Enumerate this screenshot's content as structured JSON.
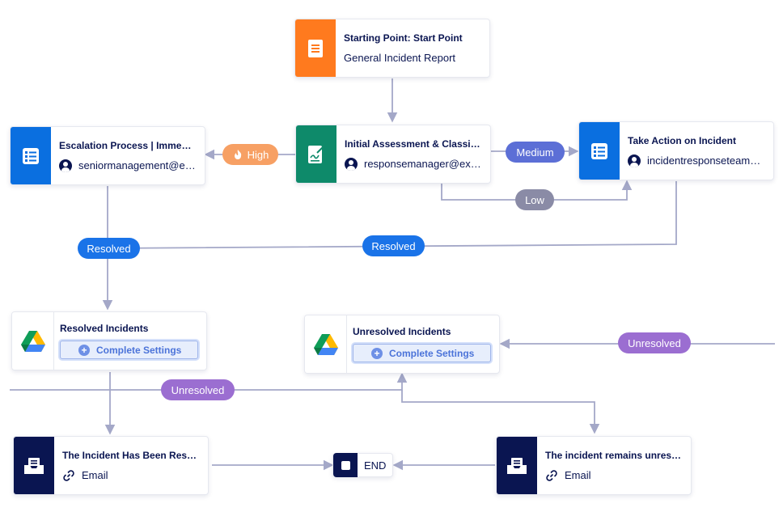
{
  "colors": {
    "orange": "#ff7a1e",
    "green": "#0e8a6a",
    "blue": "#0a6fe0",
    "navy": "#0a1551",
    "high_pill": "#f7a064",
    "medium_pill": "#5c6fd6",
    "low_pill": "#8a8ba6",
    "resolved_pill": "#1a73e8",
    "unresolved_pill": "#9b6ed1",
    "connector": "#a4a8c8"
  },
  "nodes": {
    "start": {
      "title": "Starting Point: Start Point",
      "subtitle": "General Incident Report",
      "icon": "document-icon"
    },
    "assessment": {
      "title": "Initial Assessment & Classific…",
      "assignee": "responsemanager@ex…",
      "icon": "signed-form-icon"
    },
    "escalation": {
      "title": "Escalation Process | Immedia…",
      "assignee": "seniormanagement@e…",
      "icon": "checklist-icon"
    },
    "take_action": {
      "title": "Take Action on Incident",
      "assignee": "incidentresponseteam…",
      "icon": "checklist-icon"
    },
    "resolved_incidents": {
      "title": "Resolved Incidents",
      "button": "Complete Settings",
      "icon": "google-drive-icon"
    },
    "unresolved_incidents": {
      "title": "Unresolved Incidents",
      "button": "Complete Settings",
      "icon": "google-drive-icon"
    },
    "email_resolved": {
      "title": "The Incident Has Been Resol…",
      "subtitle": "Email",
      "icon": "mail-inbox-icon"
    },
    "email_unresolved": {
      "title": "The incident remains unresol…",
      "subtitle": "Email",
      "icon": "mail-inbox-icon"
    },
    "end": {
      "label": "END"
    }
  },
  "conditions": {
    "high": "High",
    "medium": "Medium",
    "low": "Low",
    "resolved_left": "Resolved",
    "resolved_right": "Resolved",
    "unresolved_top": "Unresolved",
    "unresolved_bottom": "Unresolved"
  }
}
